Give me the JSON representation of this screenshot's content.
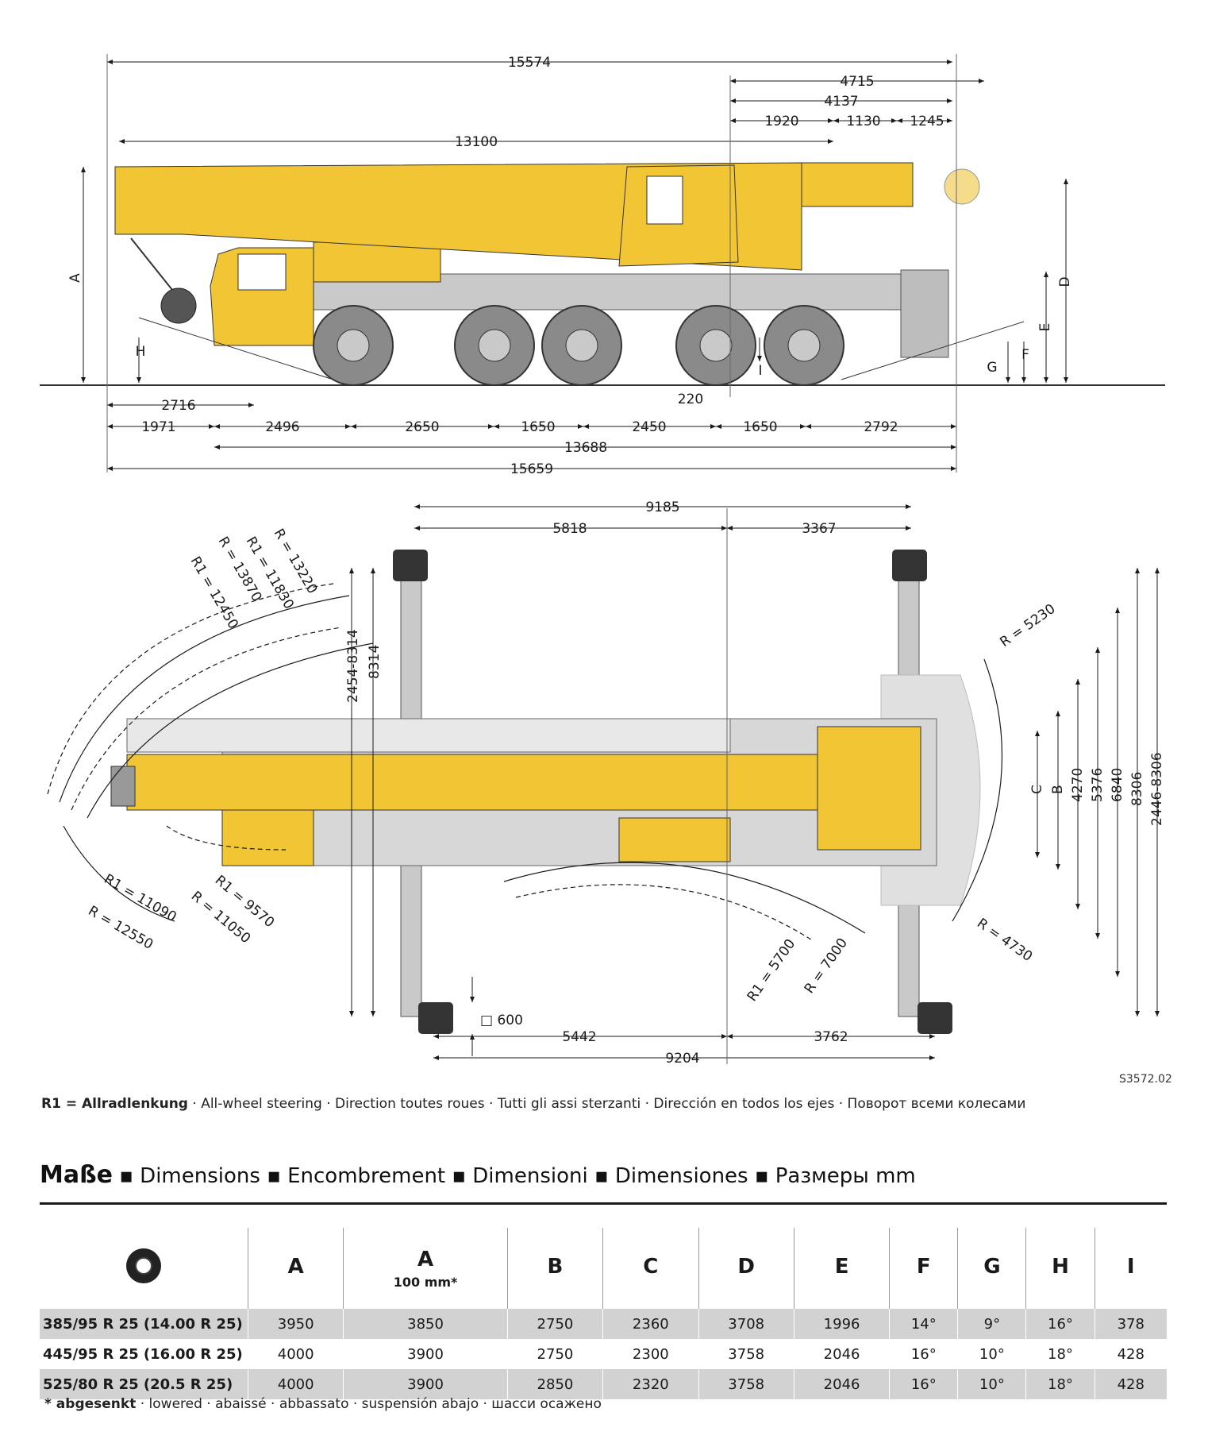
{
  "side_view": {
    "top_dims": [
      "15574",
      "4715",
      "4137",
      "1920",
      "1130",
      "1245",
      "13100"
    ],
    "bottom_dims": [
      "2716",
      "1971",
      "2496",
      "2650",
      "1650",
      "2450",
      "1650",
      "2792",
      "13688",
      "15659",
      "220"
    ],
    "letters": [
      "A",
      "H",
      "I",
      "G",
      "F",
      "E",
      "D"
    ]
  },
  "top_view": {
    "top_dims": [
      "9185",
      "5818",
      "3367"
    ],
    "bottom_dims": [
      "5442",
      "3762",
      "9204"
    ],
    "radii": [
      "R1 = 12450",
      "R = 13870",
      "R1 = 11830",
      "R = 13220",
      "R1 = 11090",
      "R = 12550",
      "R1 = 9570",
      "R = 11050",
      "R1 = 5700",
      "R = 7000",
      "R = 5230",
      "R = 4730"
    ],
    "left_dims": [
      "2454-8314",
      "8314"
    ],
    "right_dims": [
      "C",
      "B",
      "4270",
      "5376",
      "6840",
      "8306",
      "2446-8306"
    ],
    "pad": "□ 600"
  },
  "drawing_code": "S3572.02",
  "note": {
    "bold": "R1 = Allradlenkung",
    "rest": " · All-wheel steering · Direction toutes roues · Tutti gli assi sterzanti · Dirección en todos los ejes · Поворот всеми колесами"
  },
  "title": {
    "main": "Maße",
    "rest": " ▪ Dimensions ▪ Encombrement ▪ Dimensioni ▪ Dimensiones ▪ Размеры  mm"
  },
  "table": {
    "tire_icon": "tire-icon",
    "headers": [
      {
        "label": "A",
        "sub": ""
      },
      {
        "label": "A",
        "sub": "100 mm*"
      },
      {
        "label": "B",
        "sub": ""
      },
      {
        "label": "C",
        "sub": ""
      },
      {
        "label": "D",
        "sub": ""
      },
      {
        "label": "E",
        "sub": ""
      },
      {
        "label": "F",
        "sub": ""
      },
      {
        "label": "G",
        "sub": ""
      },
      {
        "label": "H",
        "sub": ""
      },
      {
        "label": "I",
        "sub": ""
      }
    ],
    "rows": [
      {
        "tire": "385/95 R 25 (14.00 R 25)",
        "values": [
          "3950",
          "3850",
          "2750",
          "2360",
          "3708",
          "1996",
          "14°",
          "9°",
          "16°",
          "378"
        ]
      },
      {
        "tire": "445/95 R 25 (16.00 R 25)",
        "values": [
          "4000",
          "3900",
          "2750",
          "2300",
          "3758",
          "2046",
          "16°",
          "10°",
          "18°",
          "428"
        ]
      },
      {
        "tire": "525/80 R 25 (20.5   R 25)",
        "values": [
          "4000",
          "3900",
          "2850",
          "2320",
          "3758",
          "2046",
          "16°",
          "10°",
          "18°",
          "428"
        ]
      }
    ]
  },
  "footnote": {
    "bold": "* abgesenkt",
    "rest": " · lowered · abaissé · abbassato · suspensión abajo · шасси осажено"
  },
  "colors": {
    "crane_yellow": "#f2c535",
    "chassis_grey": "#c9c9c9",
    "tire_grey": "#8a8a8a"
  }
}
